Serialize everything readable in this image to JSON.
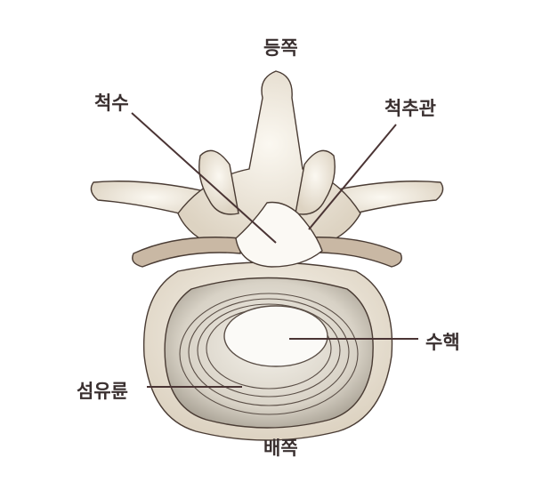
{
  "title": "척추 단면도",
  "labels": {
    "dorsal": "등쪽",
    "spinal_cord": "척수",
    "spinal_canal": "척추관",
    "nucleus": "수핵",
    "annulus": "섬유륜",
    "ventral": "배쪽"
  },
  "colors": {
    "bone": "#efe9dc",
    "outline": "#4a3c34",
    "leader": "#4a3434",
    "text": "#3a3030"
  }
}
